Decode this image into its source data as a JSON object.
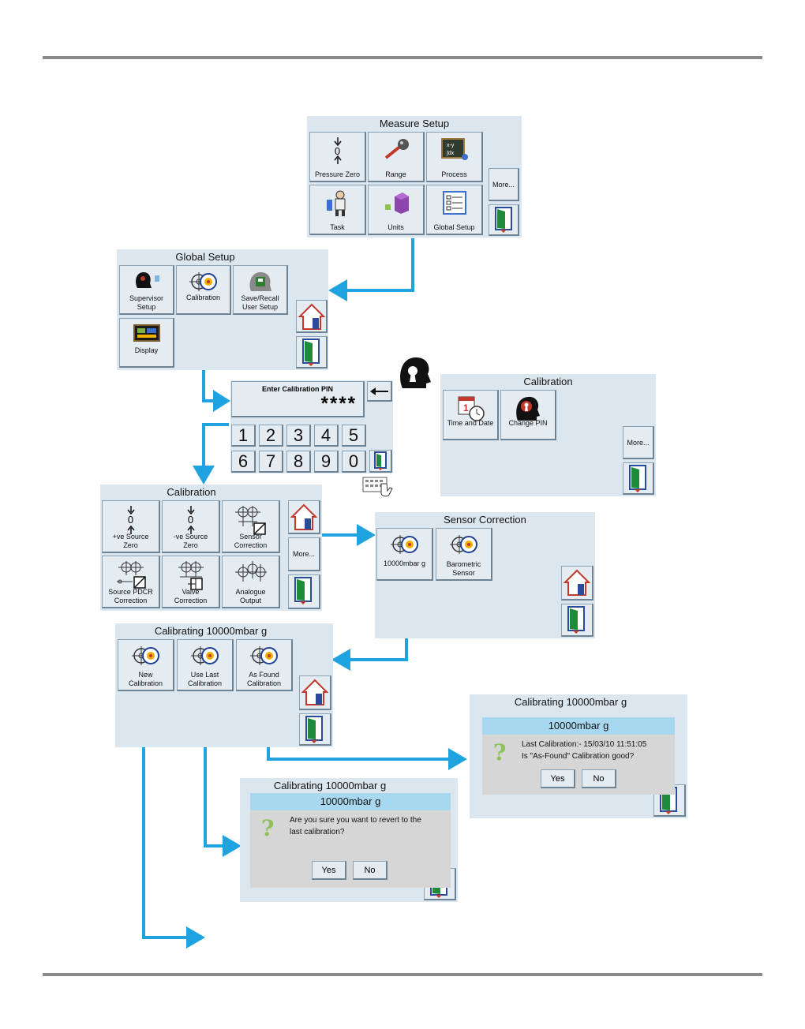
{
  "measure_setup": {
    "title": "Measure Setup",
    "buttons": [
      "Pressure Zero",
      "Range",
      "Process",
      "Task",
      "Units",
      "Global Setup"
    ],
    "more": "More...",
    "zero_glyph": "0"
  },
  "global_setup": {
    "title": "Global Setup",
    "buttons": [
      "Supervisor\nSetup",
      "Calibration",
      "Save/Recall\nUser Setup",
      "Display"
    ]
  },
  "pin_entry": {
    "title": "Enter Calibration PIN",
    "value": "****",
    "keys": [
      "1",
      "2",
      "3",
      "4",
      "5",
      "6",
      "7",
      "8",
      "9",
      "0"
    ]
  },
  "calibration_menu": {
    "title": "Calibration",
    "buttons": [
      "Time and Date",
      "Change PIN"
    ],
    "more": "More..."
  },
  "calibration": {
    "title": "Calibration",
    "buttons": [
      "+ve Source\nZero",
      "-ve Source\nZero",
      "Sensor\nCorrection",
      "Source PDCR\nCorrection",
      "Valve\nCorrection",
      "Analogue\nOutput"
    ],
    "more": "More...",
    "zero_glyph": "0"
  },
  "sensor_correction": {
    "title": "Sensor Correction",
    "buttons": [
      "10000mbar g",
      "Barometric\nSensor"
    ]
  },
  "calibrating": {
    "title": "Calibrating 10000mbar g",
    "buttons": [
      "New\nCalibration",
      "Use Last\nCalibration",
      "As Found\nCalibration"
    ]
  },
  "dialog_asfound": {
    "screen_title": "Calibrating 10000mbar g",
    "header": "10000mbar g",
    "line1": "Last Calibration:- 15/03/10 11:51:05",
    "line2": "Is \"As-Found\" Calibration good?",
    "yes": "Yes",
    "no": "No",
    "question_glyph": "?"
  },
  "dialog_revert": {
    "screen_title": "Calibrating 10000mbar g",
    "header": "10000mbar g",
    "line1": "Are you sure you want to revert to the",
    "line2": "last calibration?",
    "yes": "Yes",
    "no": "No",
    "question_glyph": "?"
  },
  "colors": {
    "arrow": "#1fa3e0",
    "screen_bg": "#dce6ee",
    "dialog_header": "#a8d8f0",
    "rule": "#8a8a8a"
  }
}
